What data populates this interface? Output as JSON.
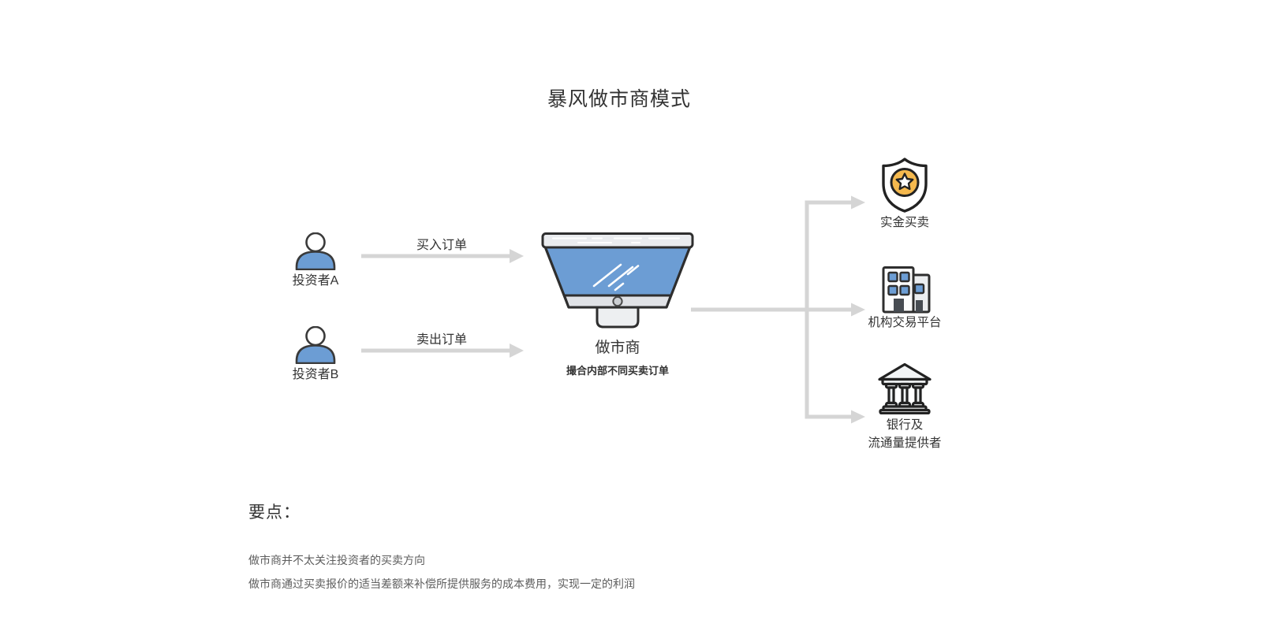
{
  "title": "暴风做市商模式",
  "colors": {
    "accent_blue": "#6C9DD4",
    "arrow_gray": "#D5D5D5",
    "outline_dark": "#2E2E2E",
    "shield_orange": "#F5B94E",
    "panel_gray": "#EAECEF"
  },
  "investors": [
    {
      "label": "投资者A",
      "arrow_label": "买入订单",
      "icon": "person-icon"
    },
    {
      "label": "投资者B",
      "arrow_label": "卖出订单",
      "icon": "person-icon"
    }
  ],
  "market_maker": {
    "label": "做市商",
    "sublabel": "撮合内部不同买卖订单",
    "icon": "monitor-icon"
  },
  "destinations": [
    {
      "label": "实金买卖",
      "icon": "shield-star-icon"
    },
    {
      "label": "机构交易平台",
      "icon": "buildings-icon"
    },
    {
      "label": "银行及\n流通量提供者",
      "icon": "bank-icon"
    }
  ],
  "notes": {
    "heading": "要点：",
    "items": [
      "做市商并不太关注投资者的买卖方向",
      "做市商通过买卖报价的适当差额来补偿所提供服务的成本费用，实现一定的利润"
    ]
  }
}
